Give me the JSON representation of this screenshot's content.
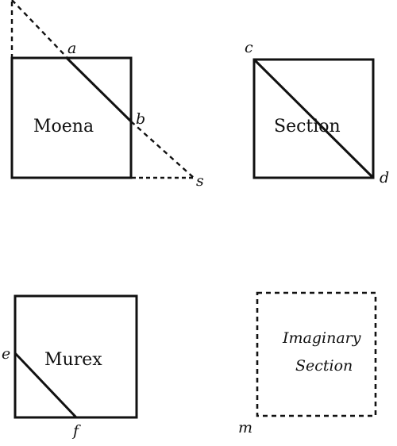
{
  "diagram": {
    "ink_color": "#111111",
    "background": "#ffffff",
    "panels": [
      {
        "id": "moena",
        "caption_lines": [
          "Moena"
        ],
        "point_labels": [
          "a",
          "b",
          "s"
        ]
      },
      {
        "id": "section",
        "caption_lines": [
          "Section"
        ],
        "point_labels": [
          "c",
          "d"
        ]
      },
      {
        "id": "murex",
        "caption_lines": [
          "Murex"
        ],
        "point_labels": [
          "e",
          "f"
        ]
      },
      {
        "id": "imaginary",
        "caption_lines": [
          "Imaginary",
          "Section"
        ],
        "point_labels": [
          "m"
        ]
      }
    ]
  }
}
